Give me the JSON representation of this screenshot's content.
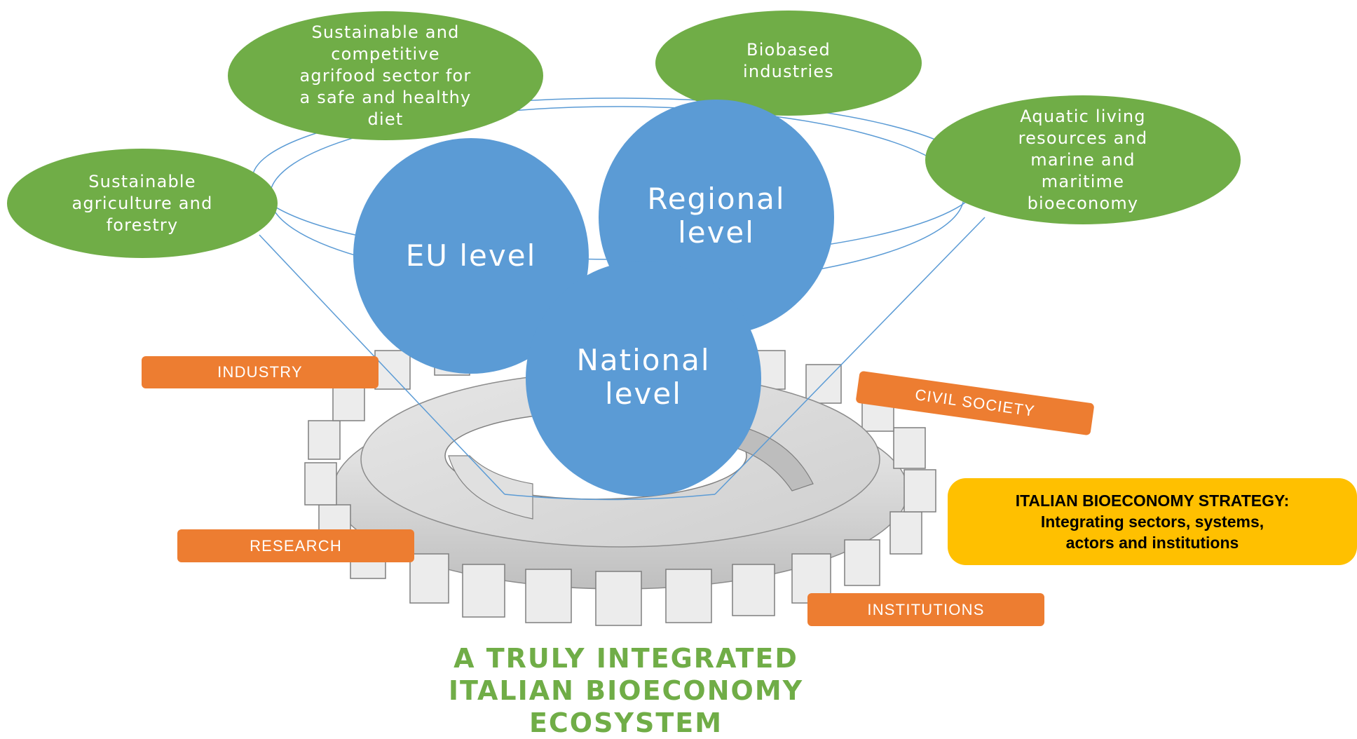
{
  "sectors": {
    "agrifood": "Sustainable and\ncompetitive\nagrifood sector for\na safe and healthy\ndiet",
    "biobased": "Biobased\nindustries",
    "aquatic": "Aquatic living\nresources and\nmarine and\nmaritime\nbioeconomy",
    "agriculture": "Sustainable\nagriculture and\nforestry"
  },
  "levels": {
    "eu": "EU level",
    "regional": "Regional\nlevel",
    "national": "National\nlevel"
  },
  "actors": {
    "industry": "INDUSTRY",
    "civil_society": "CIVIL SOCIETY",
    "research": "RESEARCH",
    "institutions": "INSTITUTIONS"
  },
  "strategy": {
    "line1": "ITALIAN BIOECONOMY STRATEGY:",
    "line2": "Integrating sectors, systems,",
    "line3": "actors and institutions"
  },
  "title": "A TRULY INTEGRATED\nITALIAN BIOECONOMY\nECOSYSTEM",
  "colors": {
    "sector_green": "#70ad47",
    "level_blue": "#5b9bd5",
    "actor_orange": "#ed7d31",
    "strategy_yellow": "#ffc000",
    "title_green": "#70ad47",
    "gear_gray": "#d9d9d9"
  }
}
